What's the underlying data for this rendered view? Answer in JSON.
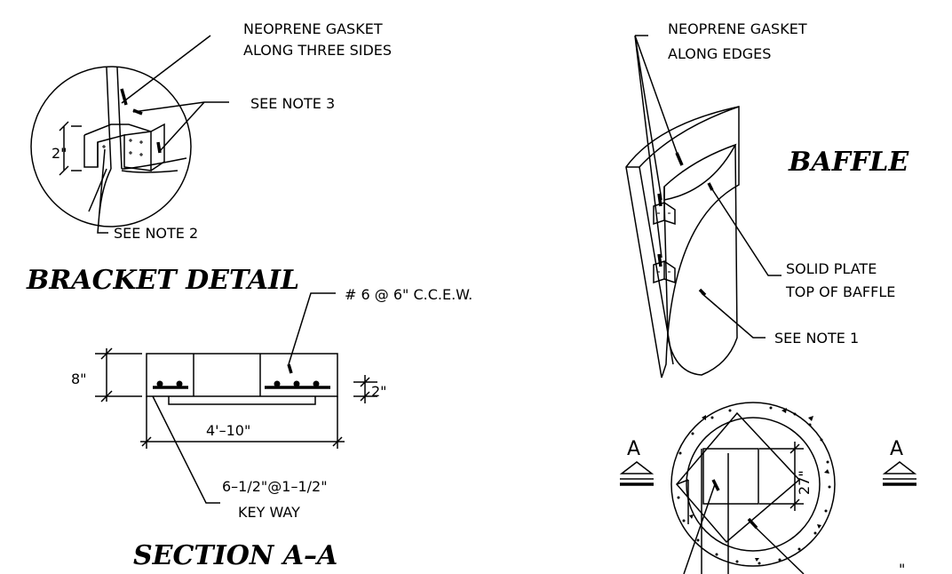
{
  "bracket_detail": {
    "title": "BRACKET DETAIL",
    "gasket_note_line1": "NEOPRENE GASKET",
    "gasket_note_line2": "ALONG THREE SIDES",
    "see_note_3": "SEE NOTE 3",
    "see_note_2": "SEE NOTE 2",
    "dim_2in": "2\""
  },
  "baffle": {
    "title": "BAFFLE",
    "gasket_note_line1": "NEOPRENE GASKET",
    "gasket_note_line2": "ALONG EDGES",
    "plate_note_line1": "SOLID PLATE",
    "plate_note_line2": "TOP OF BAFFLE",
    "see_note_1": "SEE NOTE 1"
  },
  "section_aa": {
    "title": "SECTION A–A",
    "rebar_note": "# 6 @ 6\" C.C.E.W.",
    "dim_8in": "8\"",
    "dim_2in": "2\"",
    "dim_width": "4'–10\"",
    "keyway_line1": "6–1/2\"@1–1/2\"",
    "keyway_line2": "KEY WAY"
  },
  "plan": {
    "section_mark_left": "A",
    "section_mark_right": "A",
    "dim_27in": "27\"",
    "partial_label": "\""
  }
}
